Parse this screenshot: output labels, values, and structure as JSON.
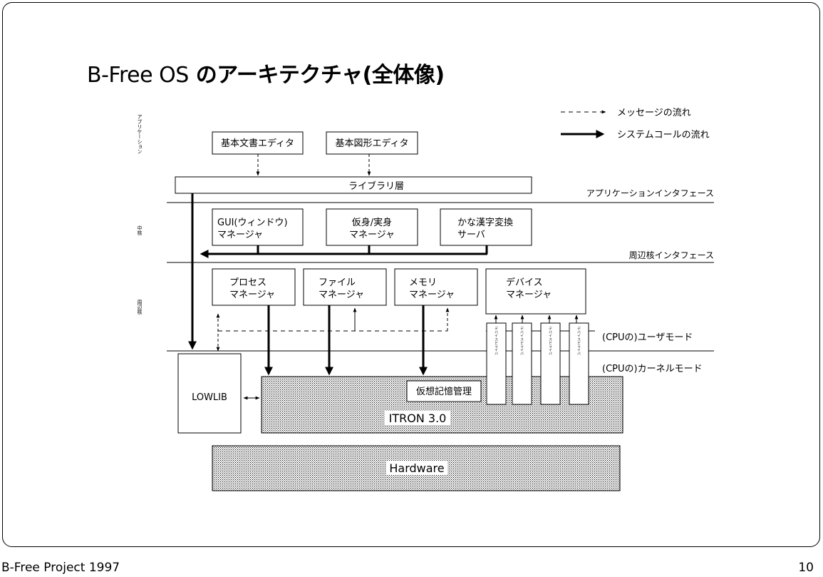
{
  "title": {
    "latin": "B-Free OS",
    "japanese": "のアーキテクチャ(全体像)"
  },
  "footer": {
    "project": "B-Free Project 1997",
    "page": "10"
  },
  "legend": {
    "message_flow": "メッセージの流れ",
    "syscall_flow": "システムコールの流れ"
  },
  "layers": {
    "application": "アプリケーション",
    "middle_core": "中核",
    "peripheral_core": "周辺核"
  },
  "boundaries": {
    "app_interface": "アプリケーションインタフェース",
    "peripheral_interface": "周辺核インタフェース",
    "user_mode": "(CPUの)ユーザモード",
    "kernel_mode": "(CPUの)カーネルモード"
  },
  "apps": {
    "text_editor": "基本文書エディタ",
    "figure_editor": "基本図形エディタ"
  },
  "library_layer": "ライブラリ層",
  "middle": {
    "gui_manager": [
      "GUI(ウィンドウ)",
      "マネージャ"
    ],
    "virtual_manager": [
      "仮身/実身",
      "マネージャ"
    ],
    "kana_server": [
      "かな漢字変換",
      "サーバ"
    ]
  },
  "peripheral": {
    "process_manager": [
      "プロセス",
      "マネージャ"
    ],
    "file_manager": [
      "ファイル",
      "マネージャ"
    ],
    "memory_manager": [
      "メモリ",
      "マネージャ"
    ],
    "device_manager": [
      "デバイス",
      "マネージャ"
    ]
  },
  "device_driver": "デバイスドライバ",
  "lowlib": "LOWLIB",
  "vm_manager": "仮想記憶管理",
  "itron": "ITRON 3.0",
  "hardware": "Hardware"
}
